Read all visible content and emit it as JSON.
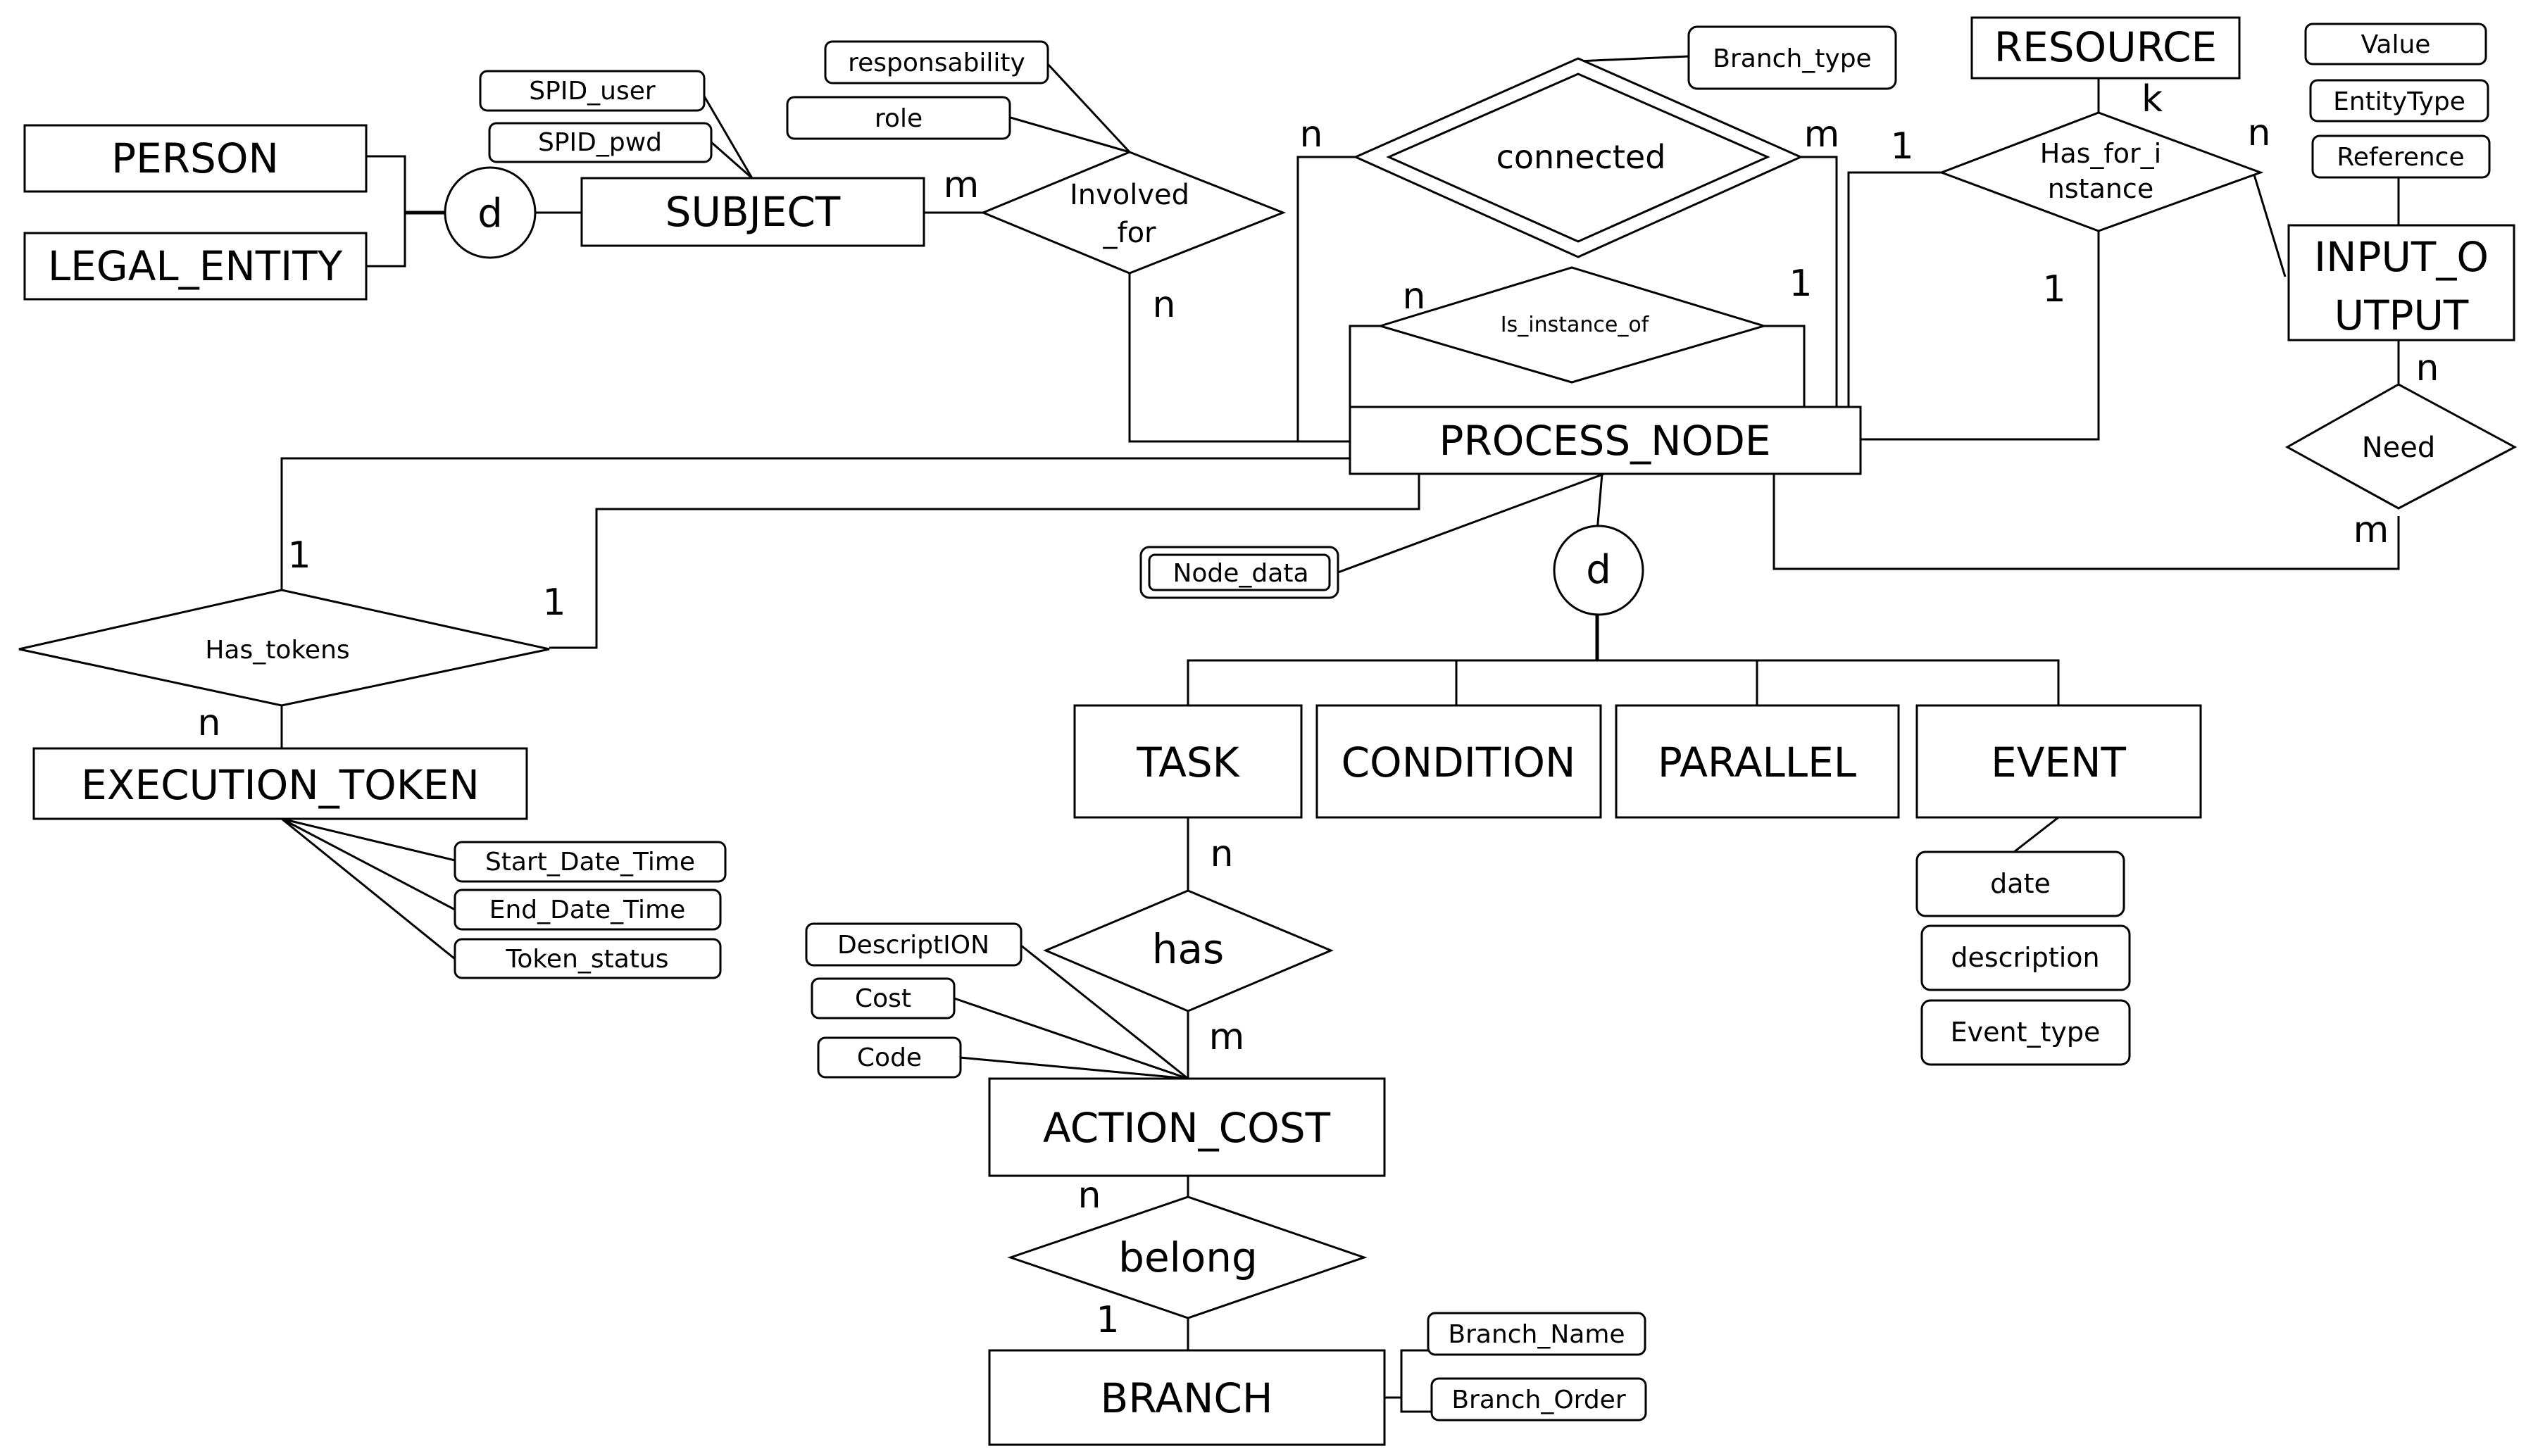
{
  "entities": {
    "person": "PERSON",
    "legal_entity": "LEGAL_ENTITY",
    "subject": "SUBJECT",
    "resource": "RESOURCE",
    "input_output_line1": "INPUT_O",
    "input_output_line2": "UTPUT",
    "process_node": "PROCESS_NODE",
    "execution_token": "EXECUTION_TOKEN",
    "task": "TASK",
    "condition": "CONDITION",
    "parallel": "PARALLEL",
    "event": "EVENT",
    "action_cost": "ACTION_COST",
    "branch": "BRANCH"
  },
  "relationships": {
    "involved_for_line1": "Involved",
    "involved_for_line2": "_for",
    "connected": "connected",
    "is_instance_of": "Is_instance_of",
    "has_for_instance_line1": "Has_for_i",
    "has_for_instance_line2": "nstance",
    "need": "Need",
    "has_tokens": "Has_tokens",
    "has": "has",
    "belong": "belong"
  },
  "attributes": {
    "spid_user": "SPID_user",
    "spid_pwd": "SPID_pwd",
    "responsability": "responsability",
    "role": "role",
    "branch_type": "Branch_type",
    "value": "Value",
    "entity_type": "EntityType",
    "reference": "Reference",
    "node_data": "Node_data",
    "start_date_time": "Start_Date_Time",
    "end_date_time": "End_Date_Time",
    "token_status": "Token_status",
    "description_cost": "DescriptION",
    "cost": "Cost",
    "code": "Code",
    "date": "date",
    "description_event": "description",
    "event_type": "Event_type",
    "branch_name": "Branch_Name",
    "branch_order": "Branch_Order"
  },
  "specializations": {
    "subject_disjoint": "d",
    "process_node_disjoint": "d"
  },
  "cardinalities": {
    "subject_involved": "m",
    "involved_process": "n",
    "connected_left": "n",
    "connected_right": "m",
    "instance_left": "n",
    "instance_right": "1",
    "resource_side": "k",
    "hfi_process_top": "1",
    "hfi_process_bottom": "1",
    "hfi_io": "n",
    "io_need": "n",
    "need_process": "m",
    "tokens_process_left": "1",
    "tokens_process_right": "1",
    "tokens_execution": "n",
    "task_has": "n",
    "has_action_cost": "m",
    "action_cost_belong": "n",
    "belong_branch": "1"
  }
}
